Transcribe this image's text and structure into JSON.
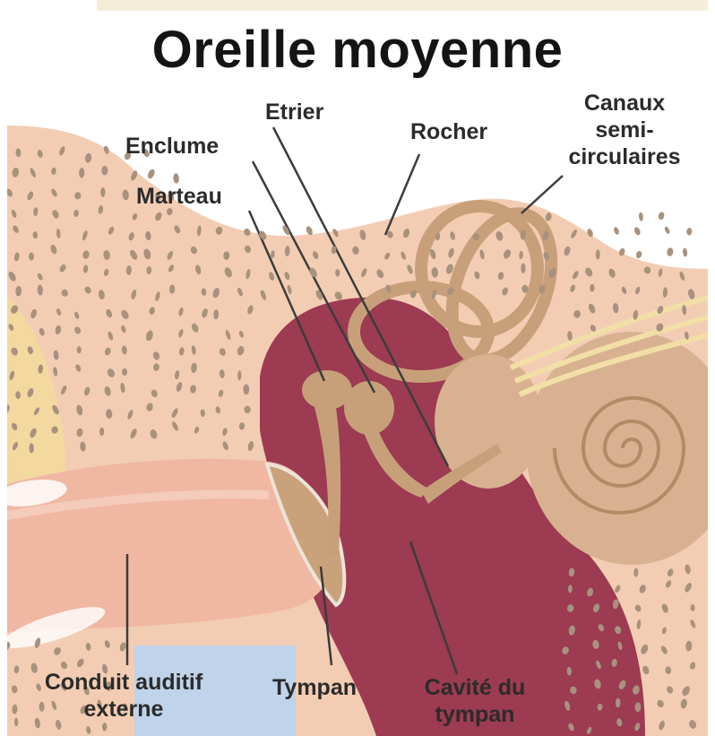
{
  "title": "Oreille moyenne",
  "labels": {
    "etrier": "Etrier",
    "enclume": "Enclume",
    "marteau": "Marteau",
    "rocher": "Rocher",
    "canaux_line1": "Canaux",
    "canaux_line2": "semi-",
    "canaux_line3": "circulaires",
    "conduit_line1": "Conduit auditif",
    "conduit_line2": "externe",
    "tympan": "Tympan",
    "cavite_line1": "Cavité du",
    "cavite_line2": "tympan"
  },
  "colors": {
    "bone": "#f3cdb3",
    "bone_dots": "#a8927e",
    "cavity": "#9c3b52",
    "canal": "#f0b7a3",
    "ossicle": "#c7a07a",
    "cochlea": "#d8b290",
    "skin_yellow": "#f3d9a0",
    "blue": "#bfd3ea"
  }
}
